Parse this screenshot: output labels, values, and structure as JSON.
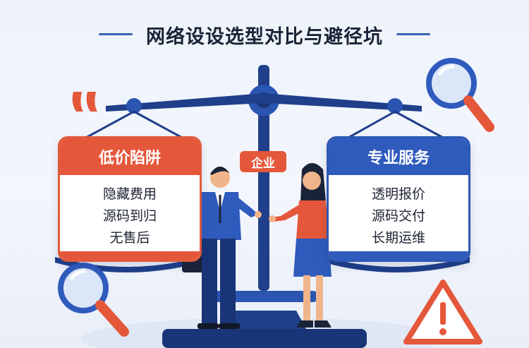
{
  "title": "网络设设选型对比与避径坑",
  "left_panel": {
    "heading": "低价陷阱",
    "items": [
      "隐藏费用",
      "源码到归",
      "无售后"
    ]
  },
  "center_badge": "企业",
  "right_panel": {
    "heading": "专业服务",
    "items": [
      "透明报价",
      "源码交付",
      "长期运维"
    ]
  },
  "colors": {
    "accent_red": "#e5573a",
    "accent_blue": "#2f5bbd",
    "scale_navy": "#1f3f8a",
    "title_text": "#1a2336"
  },
  "icons": [
    "quote-mark-icon",
    "magnifier-icon",
    "magnifier-icon",
    "warning-triangle-icon"
  ]
}
